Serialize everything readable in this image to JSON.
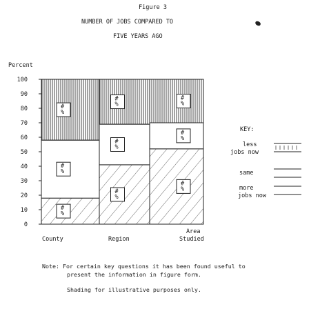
{
  "header": {
    "figure": "Figure 3",
    "title_line1": "NUMBER OF JOBS COMPARED TO",
    "title_line2": "FIVE YEARS AGO"
  },
  "chart_data": {
    "type": "bar",
    "stacked": true,
    "ylabel": "Percent",
    "ylim": [
      0,
      100
    ],
    "yticks": [
      0,
      10,
      20,
      30,
      40,
      50,
      60,
      70,
      80,
      90,
      100
    ],
    "categories": [
      "County",
      "Region",
      "Area Studied"
    ],
    "category_labels": [
      "County",
      "Region",
      "Area\nStudied"
    ],
    "series": [
      {
        "name": "more jobs now",
        "values": [
          18,
          41,
          52
        ]
      },
      {
        "name": "same",
        "values": [
          40,
          28,
          18
        ]
      },
      {
        "name": "less jobs now",
        "values": [
          42,
          31,
          30
        ]
      }
    ],
    "segment_label": "#\n%",
    "legend": {
      "title": "KEY:",
      "placement": "right",
      "entries": [
        "less\njobs now",
        "same",
        "more\njobs now"
      ]
    }
  },
  "notes": {
    "line1": "Note:  For certain key questions it has been found useful to",
    "line2": "present the information in  figure form.",
    "line3": "Shading for illustrative purposes only."
  }
}
